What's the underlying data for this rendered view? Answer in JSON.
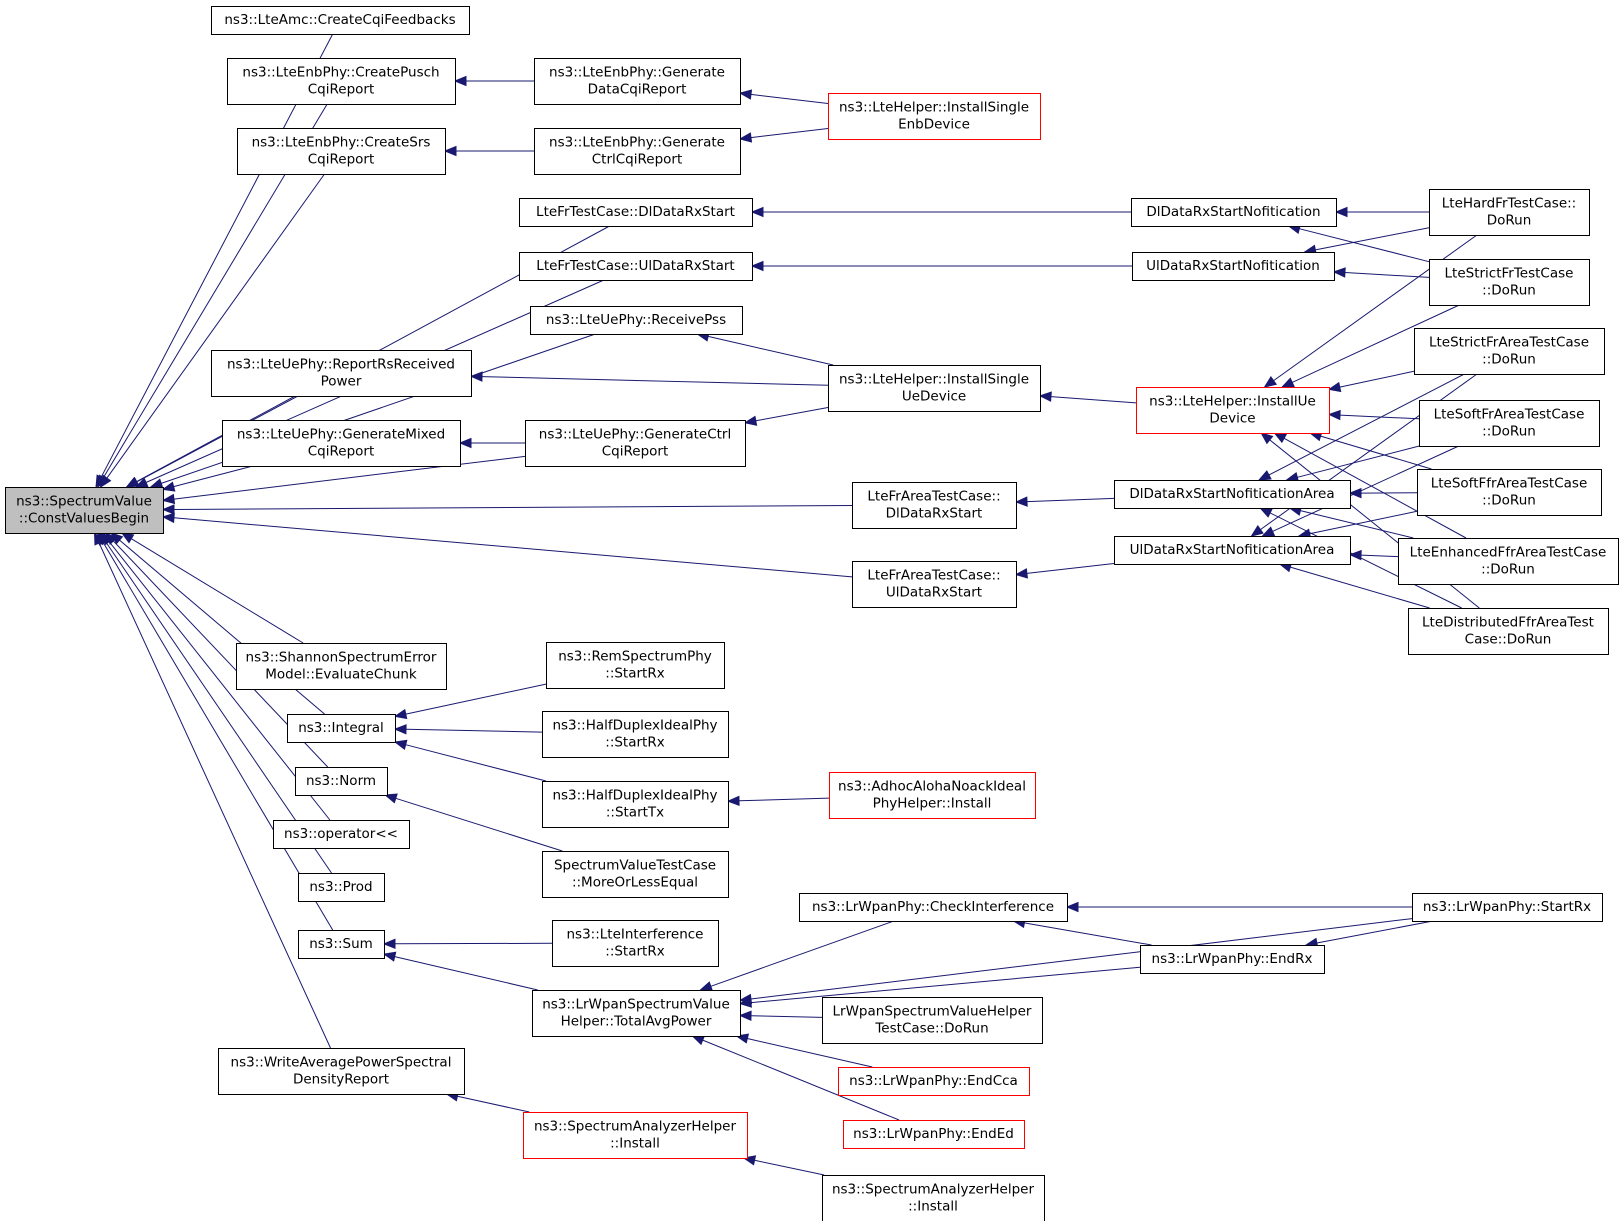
{
  "graph": {
    "root": "n0",
    "nodes": [
      {
        "id": "n0",
        "lines": [
          "ns3::SpectrumValue",
          "::ConstValuesBegin"
        ],
        "highlight": "root"
      },
      {
        "id": "n1",
        "lines": [
          "ns3::LteAmc::CreateCqiFeedbacks"
        ]
      },
      {
        "id": "n2",
        "lines": [
          "ns3::LteEnbPhy::CreatePusch",
          "CqiReport"
        ]
      },
      {
        "id": "n3",
        "lines": [
          "ns3::LteEnbPhy::CreateSrs",
          "CqiReport"
        ]
      },
      {
        "id": "n4",
        "lines": [
          "LteFrTestCase::DlDataRxStart"
        ]
      },
      {
        "id": "n5",
        "lines": [
          "LteFrTestCase::UlDataRxStart"
        ]
      },
      {
        "id": "n6",
        "lines": [
          "ns3::LteUePhy::ReceivePss"
        ]
      },
      {
        "id": "n7",
        "lines": [
          "ns3::LteUePhy::ReportRsReceived",
          "Power"
        ]
      },
      {
        "id": "n8",
        "lines": [
          "ns3::LteUePhy::GenerateMixed",
          "CqiReport"
        ]
      },
      {
        "id": "n9",
        "lines": [
          "ns3::LteUePhy::GenerateCtrl",
          "CqiReport"
        ]
      },
      {
        "id": "n10",
        "lines": [
          "LteFrAreaTestCase::",
          "DlDataRxStart"
        ]
      },
      {
        "id": "n11",
        "lines": [
          "LteFrAreaTestCase::",
          "UlDataRxStart"
        ]
      },
      {
        "id": "n12",
        "lines": [
          "ns3::ShannonSpectrumError",
          "Model::EvaluateChunk"
        ]
      },
      {
        "id": "n13",
        "lines": [
          "ns3::Integral"
        ]
      },
      {
        "id": "n14",
        "lines": [
          "ns3::Norm"
        ]
      },
      {
        "id": "n15",
        "lines": [
          "ns3::operator<<"
        ]
      },
      {
        "id": "n16",
        "lines": [
          "ns3::Prod"
        ]
      },
      {
        "id": "n17",
        "lines": [
          "ns3::Sum"
        ]
      },
      {
        "id": "n18",
        "lines": [
          "ns3::WriteAveragePowerSpectral",
          "DensityReport"
        ]
      },
      {
        "id": "n19",
        "lines": [
          "ns3::LteEnbPhy::Generate",
          "DataCqiReport"
        ]
      },
      {
        "id": "n20",
        "lines": [
          "ns3::LteEnbPhy::Generate",
          "CtrlCqiReport"
        ]
      },
      {
        "id": "n21",
        "lines": [
          "ns3::LteHelper::InstallSingle",
          "EnbDevice"
        ],
        "highlight": "red"
      },
      {
        "id": "n22",
        "lines": [
          "DlDataRxStartNofitication"
        ]
      },
      {
        "id": "n23",
        "lines": [
          "UlDataRxStartNofitication"
        ]
      },
      {
        "id": "n24",
        "lines": [
          "ns3::LteHelper::InstallSingle",
          "UeDevice"
        ]
      },
      {
        "id": "n25",
        "lines": [
          "ns3::LteHelper::InstallUe",
          "Device"
        ],
        "highlight": "red"
      },
      {
        "id": "n26",
        "lines": [
          "DlDataRxStartNofiticationArea"
        ]
      },
      {
        "id": "n27",
        "lines": [
          "UlDataRxStartNofiticationArea"
        ]
      },
      {
        "id": "n28",
        "lines": [
          "LteHardFrTestCase::",
          "DoRun"
        ]
      },
      {
        "id": "n29",
        "lines": [
          "LteStrictFrTestCase",
          "::DoRun"
        ]
      },
      {
        "id": "n30",
        "lines": [
          "LteStrictFrAreaTestCase",
          "::DoRun"
        ]
      },
      {
        "id": "n31",
        "lines": [
          "LteSoftFrAreaTestCase",
          "::DoRun"
        ]
      },
      {
        "id": "n32",
        "lines": [
          "LteSoftFfrAreaTestCase",
          "::DoRun"
        ]
      },
      {
        "id": "n33",
        "lines": [
          "LteEnhancedFfrAreaTestCase",
          "::DoRun"
        ]
      },
      {
        "id": "n34",
        "lines": [
          "LteDistributedFfrAreaTest",
          "Case::DoRun"
        ]
      },
      {
        "id": "n35",
        "lines": [
          "ns3::RemSpectrumPhy",
          "::StartRx"
        ]
      },
      {
        "id": "n36",
        "lines": [
          "ns3::HalfDuplexIdealPhy",
          "::StartRx"
        ]
      },
      {
        "id": "n37",
        "lines": [
          "ns3::HalfDuplexIdealPhy",
          "::StartTx"
        ]
      },
      {
        "id": "n38",
        "lines": [
          "ns3::AdhocAlohaNoackIdeal",
          "PhyHelper::Install"
        ],
        "highlight": "red"
      },
      {
        "id": "n39",
        "lines": [
          "SpectrumValueTestCase",
          "::MoreOrLessEqual"
        ]
      },
      {
        "id": "n40",
        "lines": [
          "ns3::LteInterference",
          "::StartRx"
        ]
      },
      {
        "id": "n41",
        "lines": [
          "ns3::LrWpanSpectrumValue",
          "Helper::TotalAvgPower"
        ]
      },
      {
        "id": "n42",
        "lines": [
          "ns3::LrWpanPhy::CheckInterference"
        ]
      },
      {
        "id": "n43",
        "lines": [
          "ns3::LrWpanPhy::StartRx"
        ]
      },
      {
        "id": "n44",
        "lines": [
          "ns3::LrWpanPhy::EndRx"
        ]
      },
      {
        "id": "n45",
        "lines": [
          "LrWpanSpectrumValueHelper",
          "TestCase::DoRun"
        ]
      },
      {
        "id": "n46",
        "lines": [
          "ns3::LrWpanPhy::EndCca"
        ],
        "highlight": "red"
      },
      {
        "id": "n47",
        "lines": [
          "ns3::LrWpanPhy::EndEd"
        ],
        "highlight": "red"
      },
      {
        "id": "n48",
        "lines": [
          "ns3::SpectrumAnalyzerHelper",
          "::Install"
        ],
        "highlight": "red"
      },
      {
        "id": "n49",
        "lines": [
          "ns3::SpectrumAnalyzerHelper",
          "::Install"
        ]
      }
    ],
    "edges": [
      {
        "from": "n1",
        "to": "n0"
      },
      {
        "from": "n2",
        "to": "n0"
      },
      {
        "from": "n3",
        "to": "n0"
      },
      {
        "from": "n4",
        "to": "n0"
      },
      {
        "from": "n5",
        "to": "n0"
      },
      {
        "from": "n6",
        "to": "n0"
      },
      {
        "from": "n7",
        "to": "n0"
      },
      {
        "from": "n8",
        "to": "n0"
      },
      {
        "from": "n9",
        "to": "n0"
      },
      {
        "from": "n10",
        "to": "n0"
      },
      {
        "from": "n11",
        "to": "n0"
      },
      {
        "from": "n12",
        "to": "n0"
      },
      {
        "from": "n13",
        "to": "n0"
      },
      {
        "from": "n14",
        "to": "n0"
      },
      {
        "from": "n15",
        "to": "n0"
      },
      {
        "from": "n16",
        "to": "n0"
      },
      {
        "from": "n17",
        "to": "n0"
      },
      {
        "from": "n18",
        "to": "n0"
      },
      {
        "from": "n19",
        "to": "n2"
      },
      {
        "from": "n21",
        "to": "n19"
      },
      {
        "from": "n20",
        "to": "n3"
      },
      {
        "from": "n21",
        "to": "n20"
      },
      {
        "from": "n22",
        "to": "n4"
      },
      {
        "from": "n28",
        "to": "n22"
      },
      {
        "from": "n29",
        "to": "n22"
      },
      {
        "from": "n23",
        "to": "n5"
      },
      {
        "from": "n28",
        "to": "n23"
      },
      {
        "from": "n29",
        "to": "n23"
      },
      {
        "from": "n24",
        "to": "n6"
      },
      {
        "from": "n24",
        "to": "n7"
      },
      {
        "from": "n24",
        "to": "n9"
      },
      {
        "from": "n9",
        "to": "n8"
      },
      {
        "from": "n25",
        "to": "n24"
      },
      {
        "from": "n28",
        "to": "n25"
      },
      {
        "from": "n29",
        "to": "n25"
      },
      {
        "from": "n30",
        "to": "n25"
      },
      {
        "from": "n31",
        "to": "n25"
      },
      {
        "from": "n32",
        "to": "n25"
      },
      {
        "from": "n33",
        "to": "n25"
      },
      {
        "from": "n34",
        "to": "n25"
      },
      {
        "from": "n26",
        "to": "n10"
      },
      {
        "from": "n27",
        "to": "n11"
      },
      {
        "from": "n30",
        "to": "n26"
      },
      {
        "from": "n31",
        "to": "n26"
      },
      {
        "from": "n32",
        "to": "n26"
      },
      {
        "from": "n33",
        "to": "n26"
      },
      {
        "from": "n34",
        "to": "n26"
      },
      {
        "from": "n30",
        "to": "n27"
      },
      {
        "from": "n31",
        "to": "n27"
      },
      {
        "from": "n32",
        "to": "n27"
      },
      {
        "from": "n33",
        "to": "n27"
      },
      {
        "from": "n34",
        "to": "n27"
      },
      {
        "from": "n35",
        "to": "n13"
      },
      {
        "from": "n36",
        "to": "n13"
      },
      {
        "from": "n37",
        "to": "n13"
      },
      {
        "from": "n38",
        "to": "n37"
      },
      {
        "from": "n39",
        "to": "n14"
      },
      {
        "from": "n40",
        "to": "n17"
      },
      {
        "from": "n41",
        "to": "n17"
      },
      {
        "from": "n42",
        "to": "n41"
      },
      {
        "from": "n43",
        "to": "n41"
      },
      {
        "from": "n44",
        "to": "n41"
      },
      {
        "from": "n45",
        "to": "n41"
      },
      {
        "from": "n46",
        "to": "n41"
      },
      {
        "from": "n47",
        "to": "n41"
      },
      {
        "from": "n43",
        "to": "n42"
      },
      {
        "from": "n44",
        "to": "n42"
      },
      {
        "from": "n43",
        "to": "n44"
      },
      {
        "from": "n48",
        "to": "n18"
      },
      {
        "from": "n49",
        "to": "n48"
      }
    ]
  }
}
